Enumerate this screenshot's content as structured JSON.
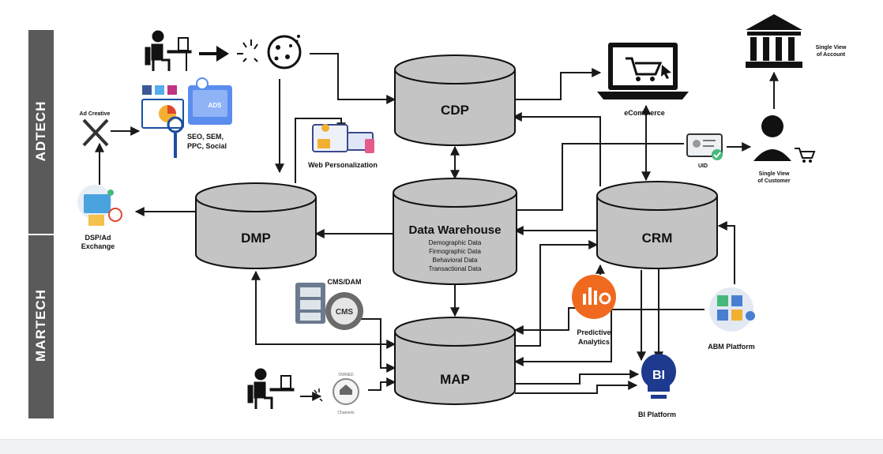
{
  "sections": {
    "adtech": "ADTECH",
    "martech": "MARTECH"
  },
  "nodes": {
    "cdp": "CDP",
    "dmp": "DMP",
    "crm": "CRM",
    "map": "MAP",
    "data_warehouse": {
      "title": "Data Warehouse",
      "lines": [
        "Demographic Data",
        "Firmographic Data",
        "Behavioral Data",
        "Transactional Data"
      ]
    }
  },
  "labels": {
    "ad_creative": "Ad Creative",
    "seo": "SEO, SEM,",
    "ppc": "PPC, Social",
    "dsp_line1": "DSP/Ad",
    "dsp_line2": "Exchange",
    "web_personalization": "Web Personalization",
    "ecommerce": "eCommerce",
    "uid": "UID",
    "single_view_customer_1": "Single View",
    "single_view_customer_2": "of Customer",
    "single_view_account_1": "Single View",
    "single_view_account_2": "of Account",
    "cms_dam": "CMS/DAM",
    "cms": "CMS",
    "predictive_1": "Predictive",
    "predictive_2": "Analytics",
    "abm": "ABM Platform",
    "bi": "BI Platform",
    "bi_icon": "BI",
    "ads": "ADS",
    "owned": "OWNED",
    "channels": "Channels"
  },
  "colors": {
    "cylinder": "#c4c4c4",
    "sidebar": "#5a5a5a",
    "arrow": "#1a1a1a",
    "predictive": "#ef6a1f",
    "bi": "#1d3a8f",
    "ads_blue": "#5b8def"
  }
}
